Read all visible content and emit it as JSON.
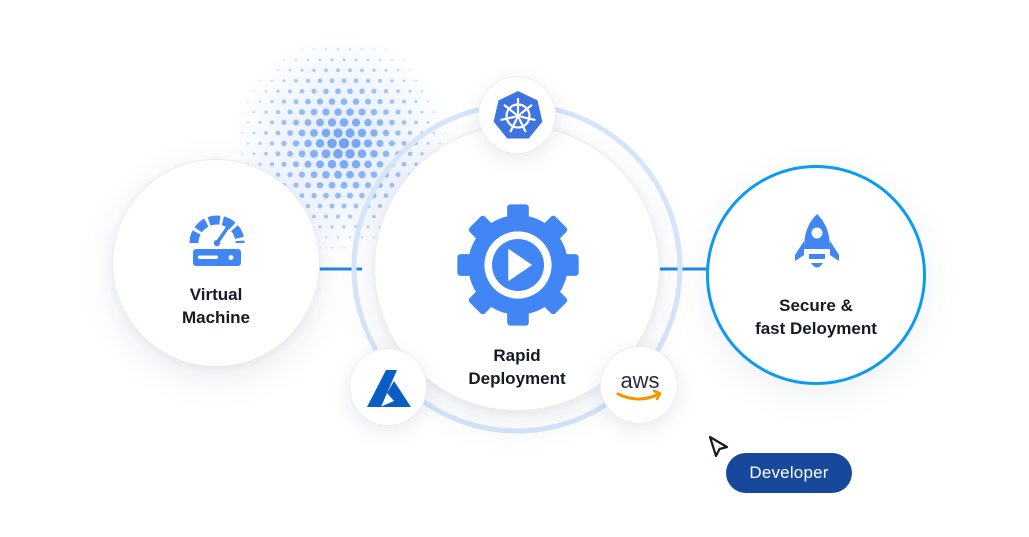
{
  "nodes": {
    "virtual_machine": {
      "label_line1": "Virtual",
      "label_line2": "Machine"
    },
    "rapid_deployment": {
      "label_line1": "Rapid",
      "label_line2": "Deployment"
    },
    "secure_deployment": {
      "label_line1": "Secure &",
      "label_line2": "fast Deloyment"
    }
  },
  "platforms": {
    "kubernetes": {
      "icon": "kubernetes-icon"
    },
    "azure": {
      "icon": "azure-icon"
    },
    "aws": {
      "icon": "aws-icon",
      "logo_text": "aws"
    }
  },
  "cursor": {
    "badge_label": "Developer"
  },
  "colors": {
    "accent_blue": "#4285f4",
    "ring_blue": "#0d9bf2",
    "connector_blue": "#1e88e5",
    "badge_navy": "#17489b",
    "azure_blue": "#0a5dc2",
    "aws_orange": "#f79400",
    "text_dark": "#161a26"
  }
}
